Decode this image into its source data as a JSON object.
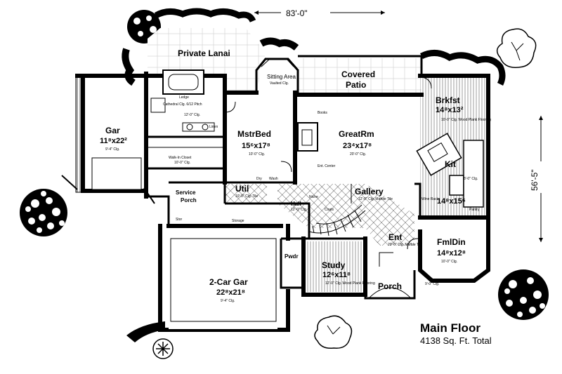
{
  "plan": {
    "width_dimension": "83'-0\"",
    "depth_dimension": "56'-5\"",
    "title": "Main Floor",
    "subtitle": "4138 Sq. Ft. Total"
  },
  "rooms": {
    "private_lanai": {
      "name": "Private Lanai"
    },
    "sitting_area": {
      "name": "Sitting Area"
    },
    "covered_patio": {
      "name": "Covered",
      "name2": "Patio"
    },
    "brkfst": {
      "name": "Brkfst",
      "dim": "14⁸x13²"
    },
    "gar": {
      "name": "Gar",
      "dim": "11⁸x22²",
      "note": "9'-4\" Clg."
    },
    "mstrbed": {
      "name": "MstrBed",
      "dim": "15⁶x17⁸",
      "note": "10'-0\" Clg."
    },
    "greatrm": {
      "name": "GreatRm",
      "dim": "23⁴x17⁸",
      "note": "20'-0\" Clg."
    },
    "kit": {
      "name": "Kit",
      "dim": "14⁸x15⁶"
    },
    "service_porch": {
      "name": "Service",
      "name2": "Porch"
    },
    "util": {
      "name": "Util"
    },
    "gallery": {
      "name": "Gallery",
      "note": "12'-0\" Clg. Marble Tile"
    },
    "hall": {
      "name": "Hall"
    },
    "fmldin": {
      "name": "FmlDin",
      "dim": "14⁸x12⁸",
      "note": "10'-0\" Clg."
    },
    "ent": {
      "name": "Ent",
      "note": "20'-0\" Clg. Marble Tile"
    },
    "two_car_gar": {
      "name": "2-Car Gar",
      "dim": "22⁸x21⁸",
      "note": "9'-4\" Clg."
    },
    "study": {
      "name": "Study",
      "dim": "12⁶x11⁸"
    },
    "pwdr": {
      "name": "Pwdr"
    },
    "porch": {
      "name": "Porch"
    },
    "walk_in_closet": {
      "name": "Walk-In Closet",
      "note": "10'-0\" Clg."
    }
  },
  "labels": {
    "bath_note": "Cathedral Clg. 6/12 Pitch",
    "bath_clg": "12'-0\" Clg.",
    "linen": "Linen",
    "ledge": "Ledge",
    "books": "Books",
    "ent_center": "Ent. Center",
    "dry": "Dry",
    "wash": "Wash",
    "stor": "Stor",
    "storage": "Storage",
    "coats": "Coats",
    "niche": "Niche",
    "wine_rack": "Wine Rack",
    "pantry": "Pantry",
    "brkfst_note": "10'-0\" Clg. Wood Plank Flooring",
    "kit_note": "8'-0\" Clg.",
    "study_note": "12'-0\" Clg. Wood Plank Flooring",
    "porch_note": "9'-0\" Clg.",
    "hall_note": "12'-0\" Clg.",
    "util_note": "10'-0\" Clg. Tile",
    "sitting_note": "Vaulted Clg."
  }
}
